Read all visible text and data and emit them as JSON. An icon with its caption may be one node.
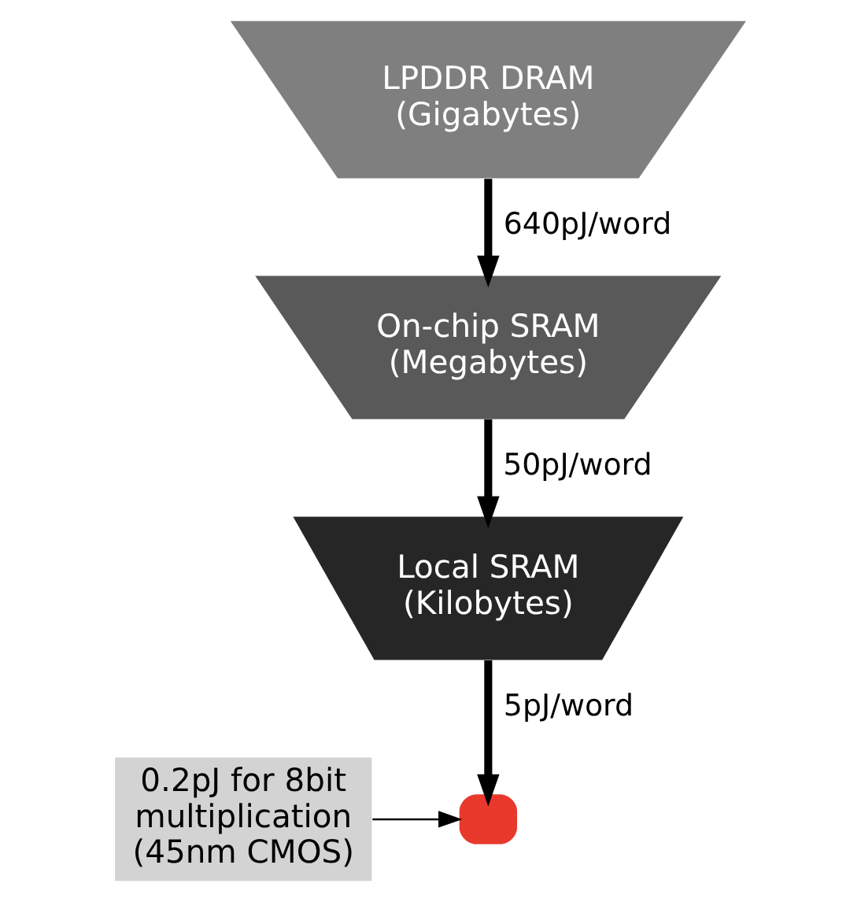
{
  "diagram": {
    "nodes": [
      {
        "text": [
          "LPDDR DRAM (Gigabytes)"
        ]
      },
      {
        "text": [
          "On-chip SRAM (Megabytes)"
        ]
      },
      {
        "text": [
          "Local SRAM (Kilobytes)"
        ]
      },
      {
        "text": [],
        "shape": "box"
      },
      {
        "text": [
          "0.2pJ for 8bit multiplication (45nm CMOS)"
        ]
      }
    ],
    "edges": [
      {
        "from": 0,
        "to": 1,
        "arrow": "to",
        "label": "640pJ/word"
      },
      {
        "from": 1,
        "to": 2,
        "arrow": "to",
        "label": "50pJ/word"
      },
      {
        "from": 2,
        "to": 3,
        "arrow": "to",
        "label": "5pJ/word"
      },
      {
        "from": 4,
        "to": 3,
        "arrow": "to"
      }
    ]
  }
}
